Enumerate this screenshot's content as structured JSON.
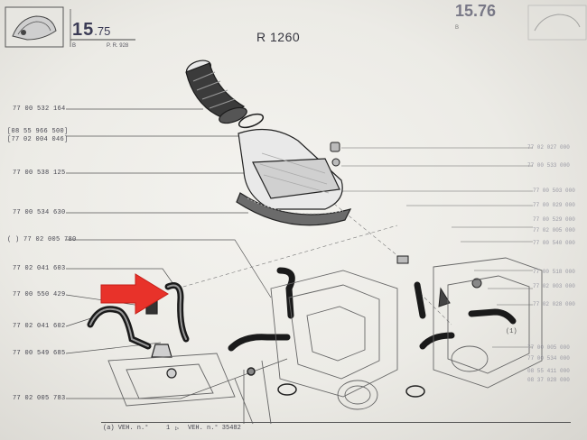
{
  "header": {
    "page_number": "15",
    "page_sub": ".75",
    "b_label": "B",
    "pr_label": "P. R. 928",
    "ref_title": "R 1260",
    "top_right_number": "15.76",
    "top_right_b": "B"
  },
  "left_part_numbers": [
    "77 00 532 164",
    "08 55 966 500",
    "77 02 004 046",
    "77 00 538 125",
    "77 00 534 630",
    "77 02 005 780",
    "77 02 041 603",
    "77 00 550 429",
    "77 02 041 602",
    "77 00 549 685",
    "77 02 005 783"
  ],
  "right_part_numbers": [
    "77 02 027 000",
    "77 00 533 000",
    "77 00 503 000",
    "77 00 029 000",
    "77 00 529 000",
    "77 02 005 000",
    "77 00 540 000",
    "77 00 518 000",
    "77 02 003 000",
    "77 02 028 000",
    "77 00 005 000",
    "77 00 534 000",
    "08 55 411 000",
    "08 37 028 000"
  ],
  "right_callout": "(1)",
  "footer": {
    "veh_a": "(a) VEH. n.°",
    "num": "1",
    "veh_b": "VEH. n.° 35482"
  },
  "colors": {
    "arrow": "#e8322a",
    "ink": "#3a3a44"
  }
}
